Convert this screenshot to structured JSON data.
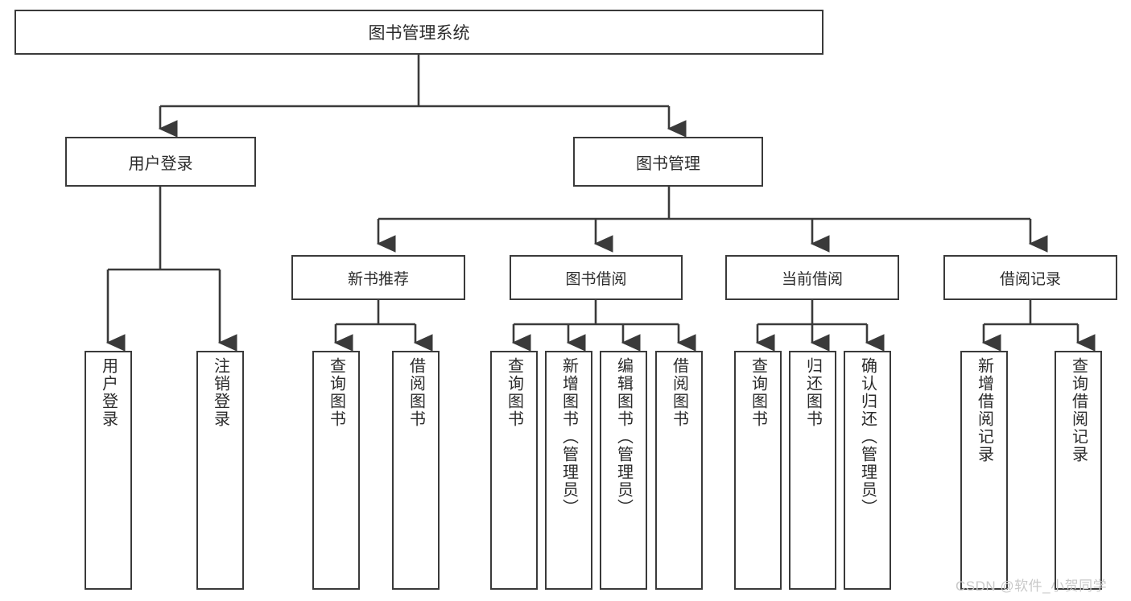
{
  "diagram": {
    "type": "tree-hierarchy",
    "title": "图书管理系统",
    "root": {
      "label": "图书管理系统"
    },
    "level2": [
      {
        "id": "user-login",
        "label": "用户登录"
      },
      {
        "id": "book-manage",
        "label": "图书管理"
      }
    ],
    "level3": [
      {
        "id": "new-book-rec",
        "label": "新书推荐"
      },
      {
        "id": "book-borrow",
        "label": "图书借阅"
      },
      {
        "id": "current-borrow",
        "label": "当前借阅"
      },
      {
        "id": "borrow-record",
        "label": "借阅记录"
      }
    ],
    "leaves": {
      "user_login": [
        {
          "id": "leaf-user-login",
          "label": "用户登录"
        },
        {
          "id": "leaf-logout-login",
          "label": "注销登录"
        }
      ],
      "new_book_rec": [
        {
          "id": "leaf-query-book-1",
          "label": "查询图书"
        },
        {
          "id": "leaf-borrow-book-1",
          "label": "借阅图书"
        }
      ],
      "book_borrow": [
        {
          "id": "leaf-query-book-2",
          "label": "查询图书"
        },
        {
          "id": "leaf-add-book",
          "label": "新增图书（管理员）"
        },
        {
          "id": "leaf-edit-book",
          "label": "编辑图书（管理员）"
        },
        {
          "id": "leaf-borrow-book-2",
          "label": "借阅图书"
        }
      ],
      "current_borrow": [
        {
          "id": "leaf-query-book-3",
          "label": "查询图书"
        },
        {
          "id": "leaf-return-book",
          "label": "归还图书"
        },
        {
          "id": "leaf-confirm-return",
          "label": "确认归还（管理员）"
        }
      ],
      "borrow_record": [
        {
          "id": "leaf-add-record",
          "label": "新增借阅记录"
        },
        {
          "id": "leaf-query-record",
          "label": "查询借阅记录"
        }
      ]
    }
  },
  "watermark": {
    "text": "CSDN @软件_小贺同学"
  },
  "colors": {
    "stroke": "#3a3a3a",
    "text": "#2b2b2b",
    "background": "#ffffff",
    "watermark": "#c9c9c9"
  }
}
